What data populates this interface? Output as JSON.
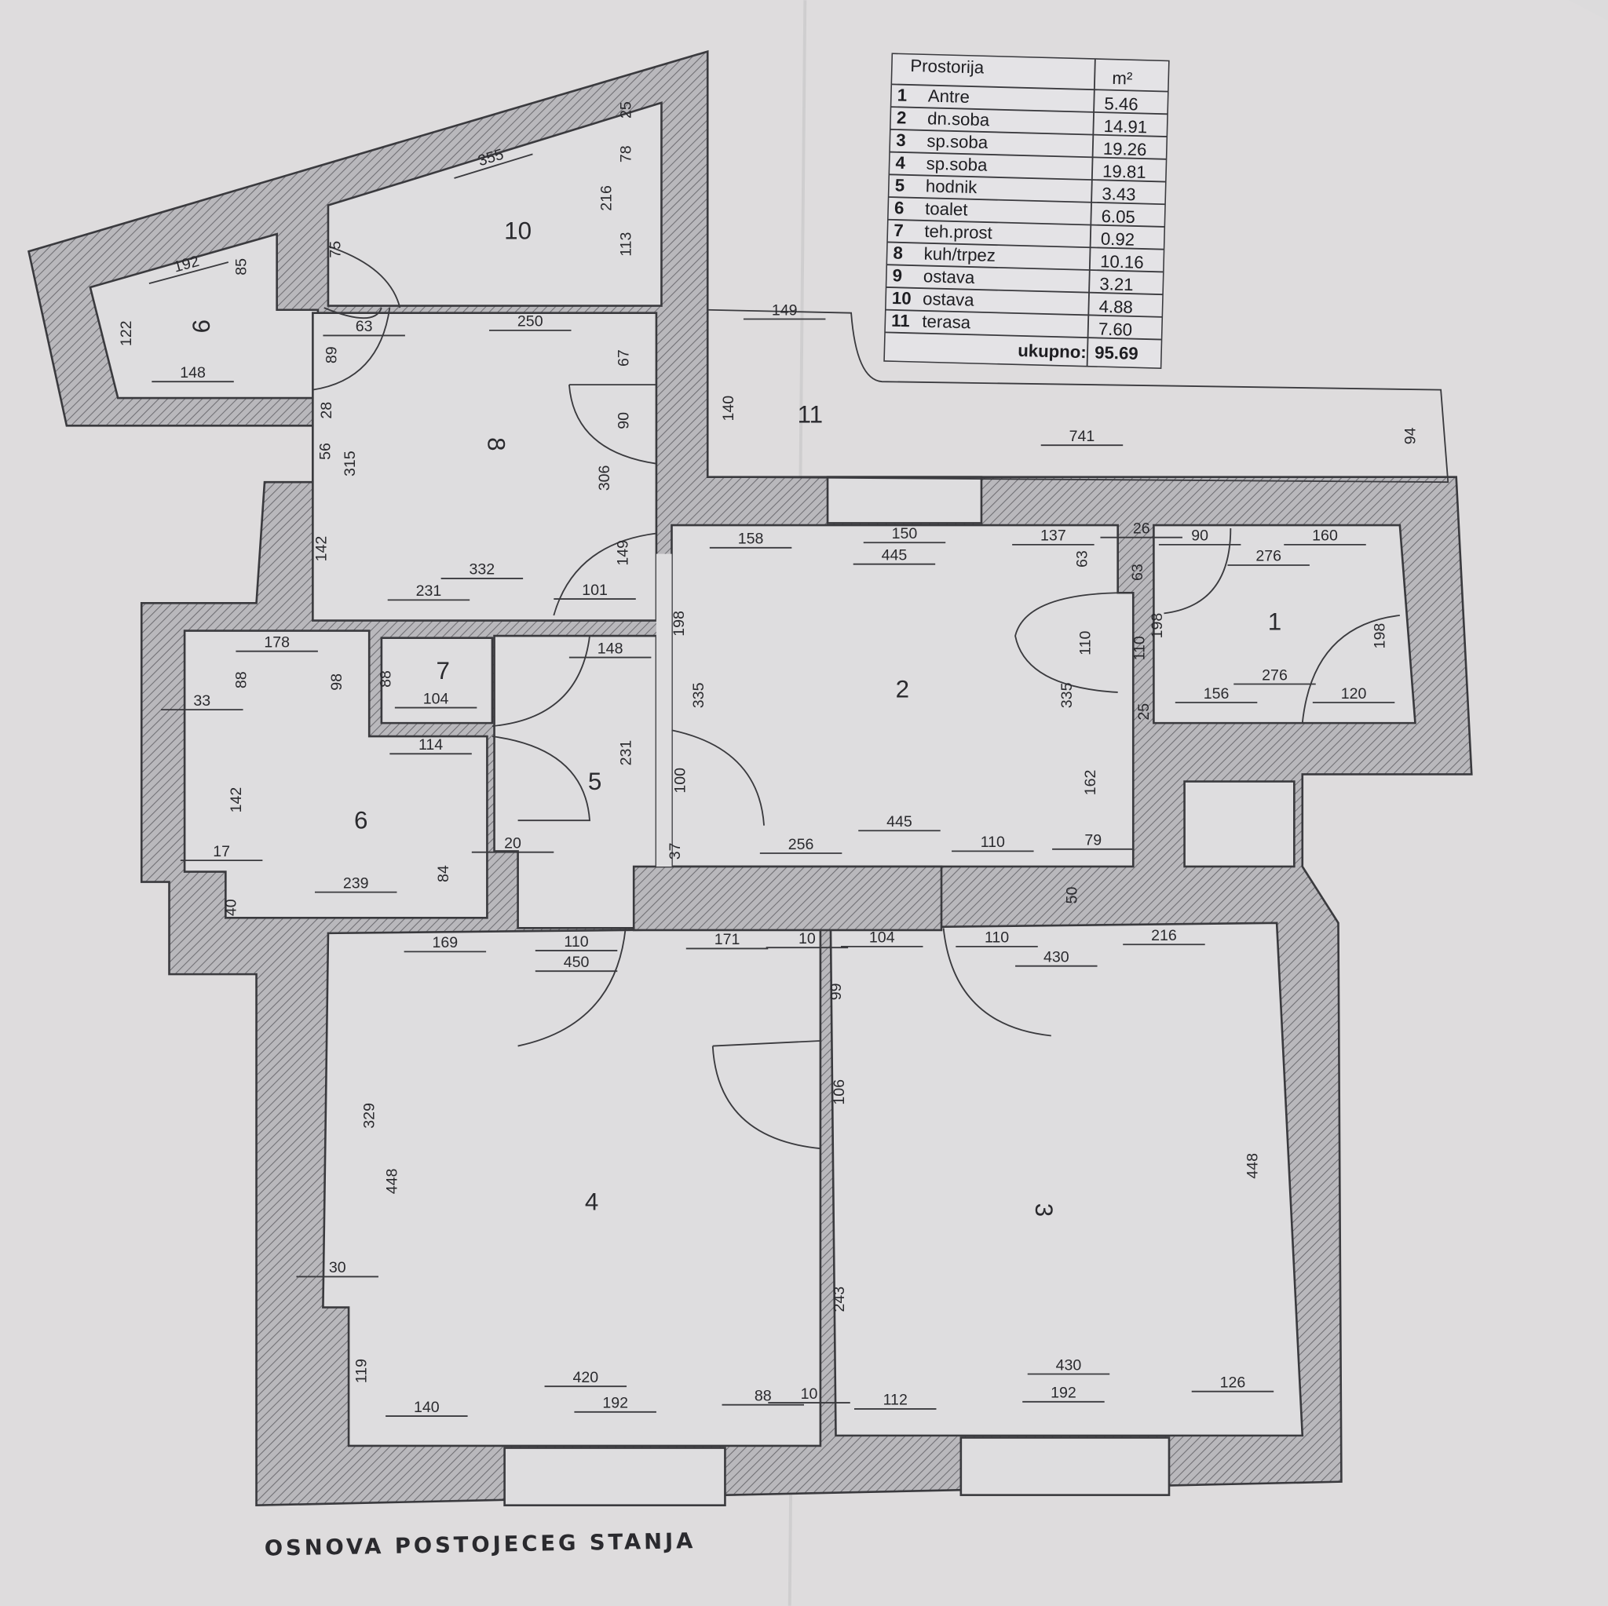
{
  "title": "OSNOVA POSTOJECEG STANJA",
  "table": {
    "header_room": "Prostorija",
    "header_area": "m²",
    "rows": [
      {
        "num": "1",
        "name": "Antre",
        "area": "5.46"
      },
      {
        "num": "2",
        "name": "dn.soba",
        "area": "14.91"
      },
      {
        "num": "3",
        "name": "sp.soba",
        "area": "19.26"
      },
      {
        "num": "4",
        "name": "sp.soba",
        "area": "19.81"
      },
      {
        "num": "5",
        "name": "hodnik",
        "area": "3.43"
      },
      {
        "num": "6",
        "name": "toalet",
        "area": "6.05"
      },
      {
        "num": "7",
        "name": "teh.prost",
        "area": "0.92"
      },
      {
        "num": "8",
        "name": "kuh/trpez",
        "area": "10.16"
      },
      {
        "num": "9",
        "name": "ostava",
        "area": "3.21"
      },
      {
        "num": "10",
        "name": "ostava",
        "area": "4.88"
      },
      {
        "num": "11",
        "name": "terasa",
        "area": "7.60"
      }
    ],
    "total_label": "ukupno:",
    "total_value": "95.69"
  },
  "room_labels": [
    "1",
    "2",
    "3",
    "4",
    "5",
    "6",
    "7",
    "8",
    "9",
    "10",
    "11"
  ],
  "dimensions_horizontal": [
    "192",
    "148",
    "250",
    "355",
    "149",
    "741",
    "332",
    "231",
    "101",
    "178",
    "148",
    "33",
    "104",
    "114",
    "20",
    "17",
    "239",
    "158",
    "150",
    "137",
    "445",
    "26",
    "90",
    "160",
    "276",
    "276",
    "156",
    "120",
    "256",
    "445",
    "110",
    "79",
    "169",
    "110",
    "450",
    "171",
    "10",
    "104",
    "110",
    "430",
    "216",
    "30",
    "420",
    "140",
    "192",
    "88",
    "10",
    "430",
    "112",
    "192",
    "126",
    "63"
  ],
  "dimensions_vertical": [
    "85",
    "75",
    "122",
    "89",
    "28",
    "56",
    "315",
    "142",
    "216",
    "78",
    "113",
    "25",
    "67",
    "90",
    "306",
    "149",
    "198",
    "335",
    "231",
    "100",
    "37",
    "88",
    "98",
    "88",
    "142",
    "84",
    "40",
    "63",
    "63",
    "110",
    "110",
    "198",
    "198",
    "25",
    "335",
    "162",
    "50",
    "140",
    "94",
    "99",
    "106",
    "243",
    "329",
    "448",
    "119",
    "448"
  ],
  "colors": {
    "paper": "#dcdbdc",
    "ink": "#2a2a2e",
    "wall_hatch": "#8e8d92"
  }
}
